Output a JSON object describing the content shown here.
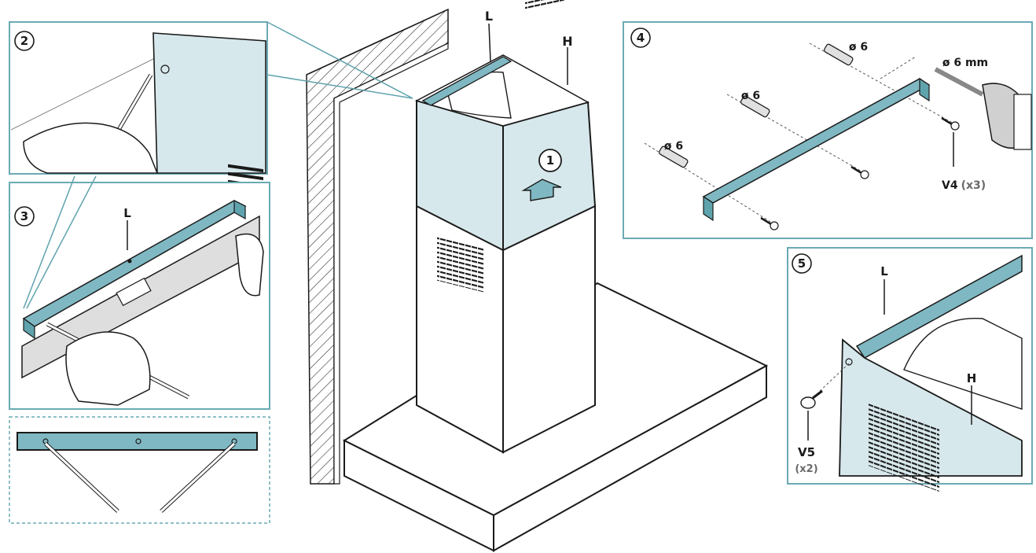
{
  "colors": {
    "accent": "#5fa3ad",
    "steel": "#7fb8c2",
    "panel_fill": "#d7e8ec",
    "line": "#1a1a1a",
    "frame": "#6aaab4"
  },
  "steps": {
    "s1": "1",
    "s2": "2",
    "s3": "3",
    "s4": "4",
    "s5": "5"
  },
  "labels": {
    "main_L": "L",
    "main_H": "H",
    "p3_L": "L",
    "p5_L": "L",
    "p5_H": "H",
    "d1": "ø 6",
    "d2": "ø 6",
    "d3": "ø 6",
    "drill": "ø 6 mm",
    "v4": "V4",
    "v4_qty": "(x3)",
    "v5": "V5",
    "v5_qty": "(x2)"
  }
}
